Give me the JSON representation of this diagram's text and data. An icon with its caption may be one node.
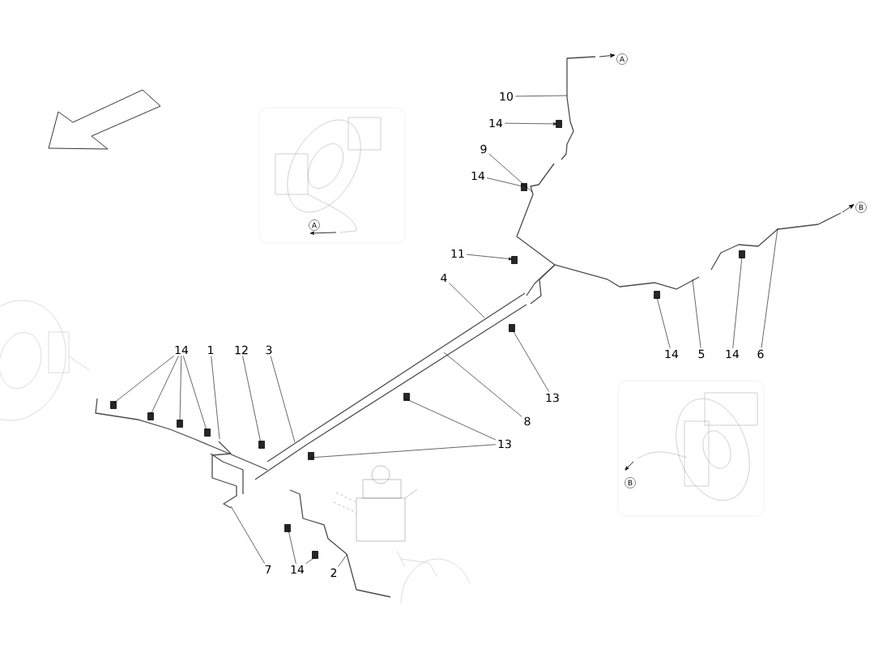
{
  "diagram": {
    "nodes": [
      {
        "text": [
          "10"
        ]
      },
      {
        "text": [
          "14"
        ]
      },
      {
        "text": [
          "9"
        ]
      },
      {
        "text": [
          "14"
        ]
      },
      {
        "text": [
          "11"
        ]
      },
      {
        "text": [
          "4"
        ]
      },
      {
        "text": [
          "14"
        ]
      },
      {
        "text": [
          "1"
        ]
      },
      {
        "text": [
          "12"
        ]
      },
      {
        "text": [
          "3"
        ]
      },
      {
        "text": [
          "14"
        ]
      },
      {
        "text": [
          "5"
        ]
      },
      {
        "text": [
          "14"
        ]
      },
      {
        "text": [
          "6"
        ]
      },
      {
        "text": [
          "13"
        ]
      },
      {
        "text": [
          "8"
        ]
      },
      {
        "text": [
          "13"
        ]
      },
      {
        "text": [
          "7"
        ]
      },
      {
        "text": [
          "14"
        ]
      },
      {
        "text": [
          "2"
        ]
      }
    ],
    "edges": [
      {
        "from": 0,
        "to": null,
        "arrow": "none"
      },
      {
        "from": 1,
        "to": null,
        "arrow": "to"
      },
      {
        "from": 2,
        "to": null,
        "arrow": "none"
      },
      {
        "from": 3,
        "to": null,
        "arrow": "none"
      },
      {
        "from": 4,
        "to": null,
        "arrow": "to"
      },
      {
        "from": 5,
        "to": null,
        "arrow": "none"
      },
      {
        "from": 6,
        "to": null,
        "arrow": "none"
      },
      {
        "from": 6,
        "to": null,
        "arrow": "none"
      },
      {
        "from": 6,
        "to": null,
        "arrow": "none"
      },
      {
        "from": 6,
        "to": null,
        "arrow": "none"
      },
      {
        "from": 7,
        "to": null,
        "arrow": "none"
      },
      {
        "from": 8,
        "to": null,
        "arrow": "none"
      },
      {
        "from": 9,
        "to": null,
        "arrow": "none"
      },
      {
        "from": 10,
        "to": null,
        "arrow": "none"
      },
      {
        "from": 11,
        "to": null,
        "arrow": "none"
      },
      {
        "from": 12,
        "to": null,
        "arrow": "none"
      },
      {
        "from": 13,
        "to": null,
        "arrow": "none"
      },
      {
        "from": 14,
        "to": null,
        "arrow": "none"
      },
      {
        "from": 15,
        "to": null,
        "arrow": "none"
      },
      {
        "from": 16,
        "to": null,
        "arrow": "none"
      },
      {
        "from": 16,
        "to": null,
        "arrow": "none"
      },
      {
        "from": 17,
        "to": null,
        "arrow": "none"
      },
      {
        "from": 18,
        "to": null,
        "arrow": "none"
      },
      {
        "from": 18,
        "to": null,
        "arrow": "none"
      },
      {
        "from": 19,
        "to": null,
        "arrow": "none"
      }
    ],
    "labels": [
      "A",
      "B",
      "A",
      "B"
    ]
  }
}
